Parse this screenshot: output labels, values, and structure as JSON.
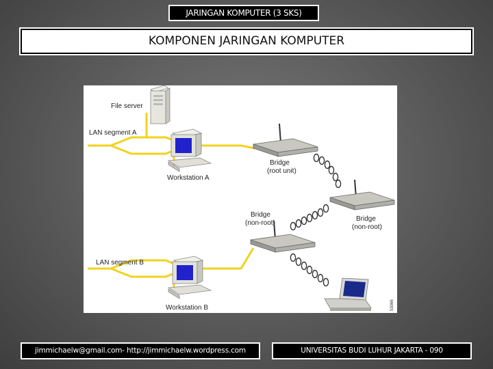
{
  "slide": {
    "course_title": "JARINGAN KOMPUTER (3 SKS)",
    "main_title": "KOMPONEN JARINGAN KOMPUTER",
    "footer_left": "jimmichaelw@gmail.com- http://jimmichaelw.wordpress.com",
    "footer_right": "UNIVERSITAS BUDI LUHUR JAKARTA - 090"
  },
  "diagram": {
    "file_server": "File server",
    "lan_a": "LAN segment A",
    "workstation_a": "Workstation A",
    "bridge_root_1": "Bridge",
    "bridge_root_2": "(root unit)",
    "bridge_nonroot_left_1": "Bridge",
    "bridge_nonroot_left_2": "(non-root)",
    "bridge_nonroot_right_1": "Bridge",
    "bridge_nonroot_right_2": "(non-root)",
    "lan_b": "LAN segment B",
    "workstation_b": "Workstation B",
    "figure_id": "53066"
  },
  "colors": {
    "lan_line": "#f2d21c",
    "monitor_screen": "#2222cc",
    "device_body": "#d8d8d4"
  },
  "icons": [
    "file-server-icon",
    "workstation-icon",
    "bridge-icon",
    "wireless-link-icon",
    "laptop-icon"
  ]
}
